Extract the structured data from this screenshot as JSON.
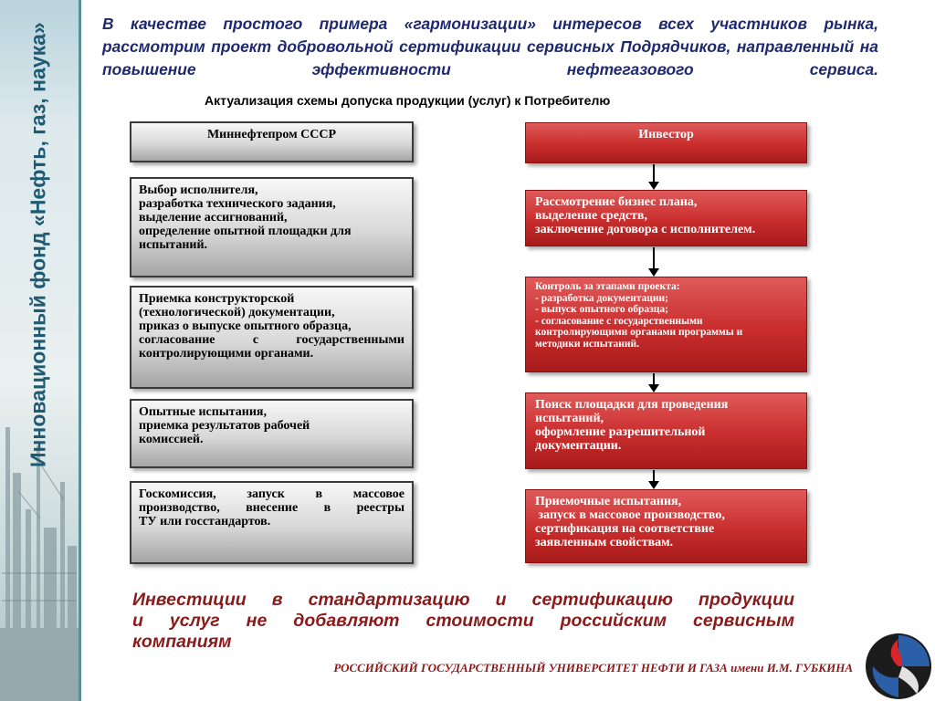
{
  "sidebar": {
    "title": "Инновационный фонд «Нефть, газ, наука»"
  },
  "header": {
    "intro_lines": [
      "В качестве простого примера «гармонизации» интересов всех участников рынка,",
      "рассмотрим проект добровольной сертификации сервисных Подрядчиков,",
      "направленный на повышение эффективности нефтегазового сервиса."
    ],
    "subtitle": "Актуализация схемы допуска продукции (услуг) к Потребителю"
  },
  "left_column": {
    "boxes": [
      {
        "lines": [
          "Миннефтепром СССР"
        ]
      },
      {
        "lines": [
          "Выбор исполнителя,",
          "разработка технического задания,",
          "выделение ассигнований,",
          "определение опытной площадки для",
          "испытаний."
        ]
      },
      {
        "lines": [
          "Приемка конструкторской",
          "(технологической) документации,",
          "приказ о выпуске опытного образца,",
          "согласование с государственными",
          "контролирующими органами."
        ]
      },
      {
        "lines": [
          "Опытные испытания,",
          "приемка результатов рабочей",
          "комиссией."
        ]
      },
      {
        "lines": [
          "Госкомиссия, запуск в массовое",
          "производство, внесение в реестры",
          "ТУ или госстандартов."
        ]
      }
    ]
  },
  "right_column": {
    "boxes": [
      {
        "lines": [
          "Инвестор"
        ]
      },
      {
        "lines": [
          "Рассмотрение бизнес плана,",
          "выделение средств,",
          "заключение договора с исполнителем."
        ]
      },
      {
        "lines": [
          "Контроль за этапами проекта:",
          "- разработка документации;",
          "- выпуск опытного образца;",
          "- согласование с государственными",
          "контролирующими органами программы и",
          "методики испытаний."
        ]
      },
      {
        "lines": [
          "Поиск площадки для проведения",
          "испытаний,",
          "оформление разрешительной",
          "документации."
        ]
      },
      {
        "lines": [
          "Приемочные испытания,",
          " запуск в массовое производство,",
          "сертификация на соответствие",
          "заявленным свойствам."
        ]
      }
    ]
  },
  "conclusion": {
    "lines": [
      "Инвестиции в стандартизацию и сертификацию продукции",
      "и услуг не добавляют стоимости российским сервисным",
      "компаниям"
    ]
  },
  "footer": {
    "university": "РОССИЙСКИЙ ГОСУДАРСТВЕННЫЙ УНИВЕРСИТЕТ НЕФТИ И ГАЗА имени И.М. ГУБКИНА"
  },
  "colors": {
    "accent_red": "#c0392b",
    "title_blue": "#1f2a6e",
    "conclusion_red": "#8b1a1a"
  }
}
